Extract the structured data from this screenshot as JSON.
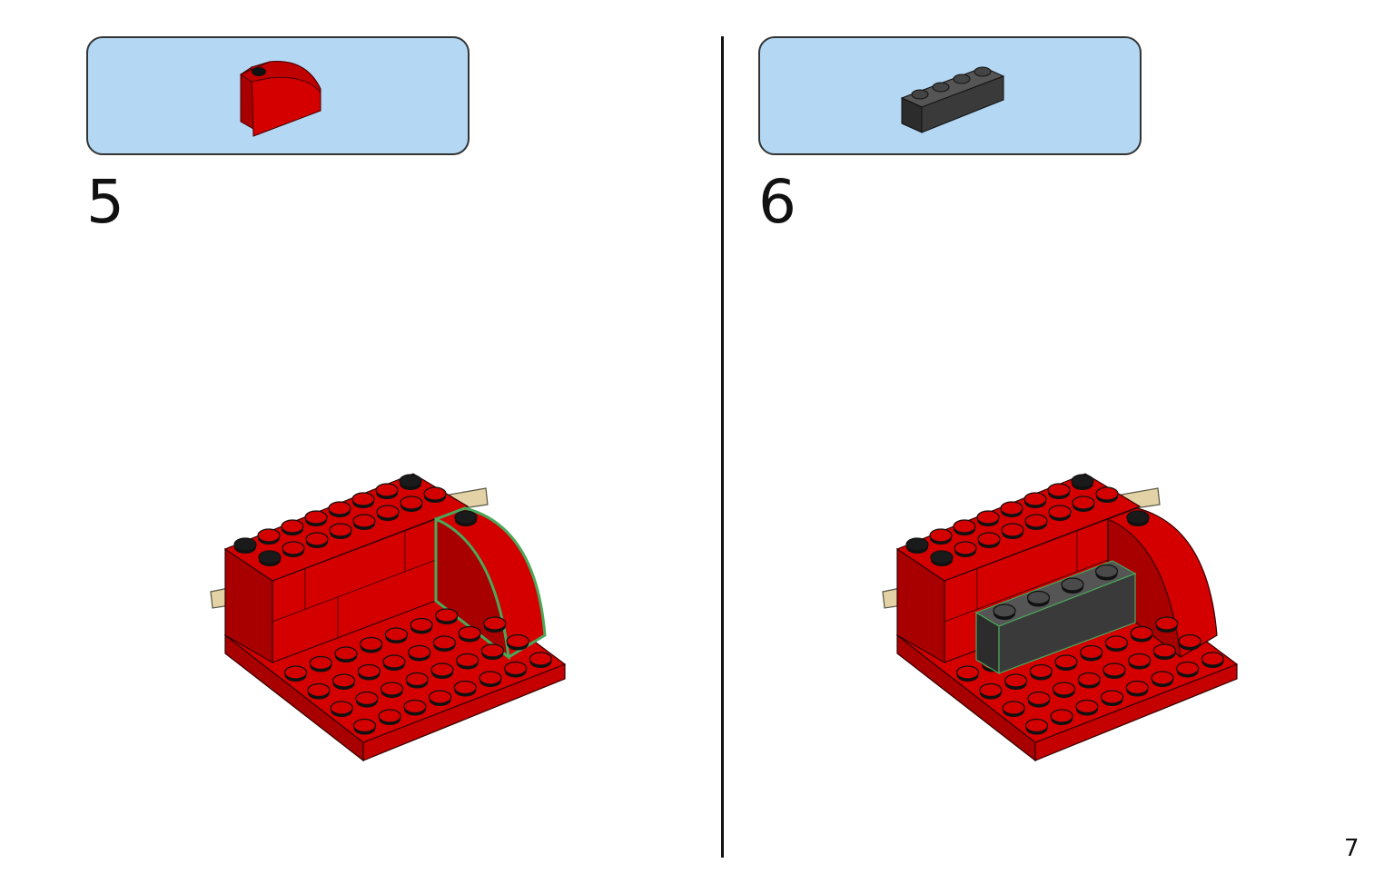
{
  "steps": [
    {
      "number": "5",
      "part": "red-curved-slope-brick",
      "highlight": "curved-slope"
    },
    {
      "number": "6",
      "part": "dark-gray-1x4-brick",
      "highlight": "1x4-brick"
    }
  ],
  "page_number": "7",
  "colors": {
    "red": "#d40000",
    "dark_red": "#a80000",
    "dark_gray": "#3a3a3a",
    "part_box": "#b4d8f4",
    "highlight": "#4aa85a",
    "axle": "#e2d2a6"
  }
}
